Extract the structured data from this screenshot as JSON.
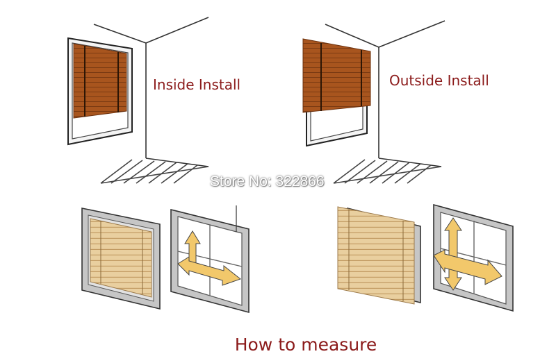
{
  "labels": {
    "inside_install": "Inside Install",
    "outside_install": "Outside Install",
    "how_to_measure": "How to measure"
  },
  "watermark": {
    "text": "Store No: 322866"
  },
  "colors": {
    "label_text": "#8b1a1a",
    "blind_brown": "#a8551e",
    "blind_slat_line": "#7a3a12",
    "blind_light": "#e9cf9f",
    "frame_gray": "#bcbcbc",
    "arrow_yellow": "#f2c86b"
  }
}
